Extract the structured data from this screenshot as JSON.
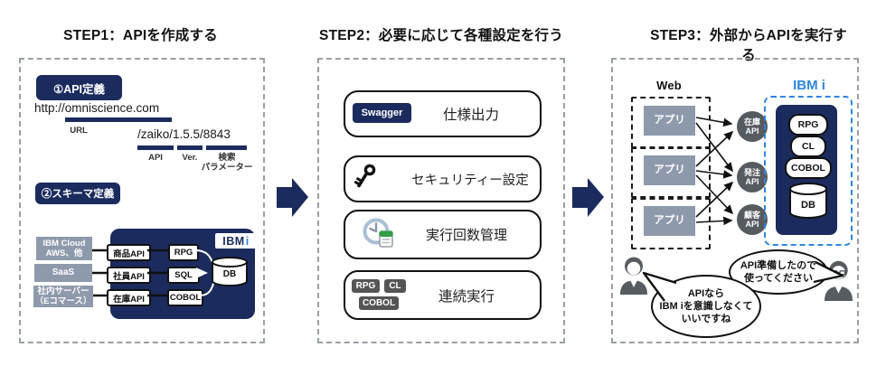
{
  "colors": {
    "navy": "#1b2b5e",
    "blue": "#2e86de",
    "gray_box": "#8e99ac",
    "badge_gray": "#555555",
    "circle_gray": "#565b60",
    "dash_gray": "#9aa0a6"
  },
  "step1": {
    "title": "STEP1：APIを作成する",
    "api_def_badge": "①API定義",
    "url_text": "http://omniscience.com",
    "url_label": "URL",
    "path_text": "/zaiko/1.5.5/8843",
    "path_labels": [
      "API",
      "Ver.",
      "検索\nパラメーター"
    ],
    "schema_badge": "②スキーマ定義",
    "sources": [
      "IBM Cloud\nAWS、他",
      "SaaS",
      "社内サーバー\n（Eコマース）"
    ],
    "apis": [
      "商品API",
      "社員API",
      "在庫API"
    ],
    "langs": [
      "RPG",
      "SQL",
      "COBOL"
    ],
    "db_label": "DB",
    "ibm_logo_ibm": "IBM",
    "ibm_logo_i": "i"
  },
  "step2": {
    "title": "STEP2：必要に応じて各種設定を行う",
    "items": [
      {
        "badge": "Swagger",
        "label": "仕様出力"
      },
      {
        "icon": "key-icon",
        "label": "セキュリティー設定"
      },
      {
        "icon": "execution-counter-icon",
        "label": "実行回数管理"
      },
      {
        "badges": [
          "RPG",
          "CL",
          "COBOL"
        ],
        "label": "連続実行"
      }
    ]
  },
  "step3": {
    "title": "STEP3：外部からAPIを実行する",
    "web_label": "Web",
    "apps": [
      "アプリ",
      "アプリ",
      "アプリ"
    ],
    "api_circles": [
      "在庫\nAPI",
      "発注\nAPI",
      "顧客\nAPI"
    ],
    "ibm_i_label": "IBM i",
    "langs": [
      "RPG",
      "CL",
      "COBOL"
    ],
    "db_label": "DB",
    "speech_right": "API準備したので\n使ってください",
    "speech_left": "APIなら\nIBM iを意識しなくて\nいいですね"
  }
}
